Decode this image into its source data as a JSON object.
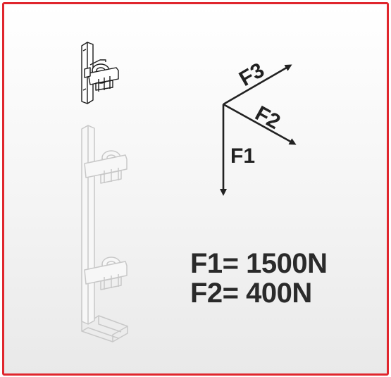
{
  "vectors": {
    "f1_label": "F1",
    "f2_label": "F2",
    "f3_label": "F3"
  },
  "values": {
    "f1": "F1= 1500N",
    "f2": "F2= 400N"
  },
  "colors": {
    "frame_border": "#e0262d",
    "ink": "#222222",
    "faded_part": "#c8c8c8"
  }
}
